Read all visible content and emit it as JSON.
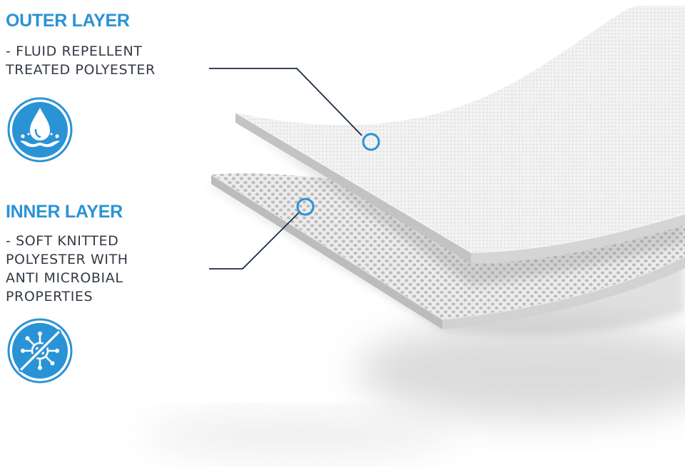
{
  "outer_layer": {
    "heading": "OUTER LAYER",
    "description_lines": [
      "- FLUID REPELLENT",
      "TREATED POLYESTER"
    ],
    "icon": "water-drop-icon"
  },
  "inner_layer": {
    "heading": "INNER LAYER",
    "description_lines": [
      "- SOFT KNITTED",
      "POLYESTER WITH",
      "ANTI MICROBIAL",
      "PROPERTIES"
    ],
    "icon": "anti-microbial-icon"
  },
  "colors": {
    "accent_blue": "#2a93d5",
    "text_dark": "#333a44",
    "leader_line": "#1c2a45",
    "fabric_light": "#f1f1f1",
    "fabric_edge": "#cfcfcf"
  }
}
